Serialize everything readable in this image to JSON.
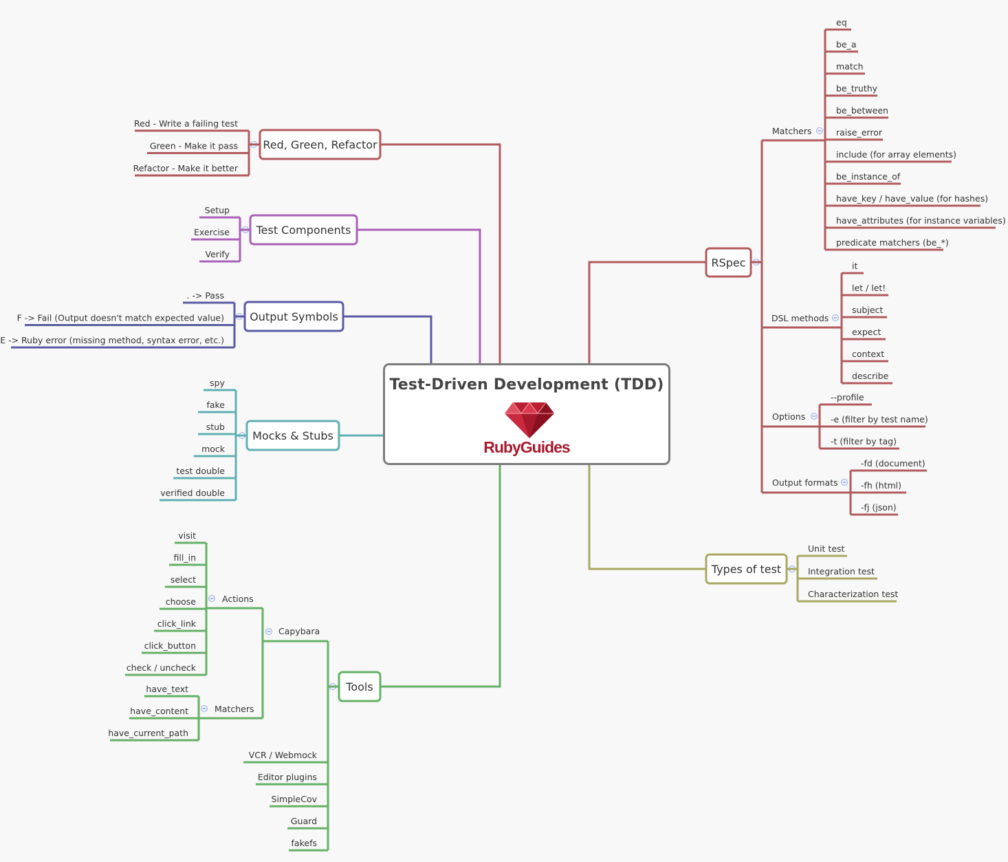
{
  "central": {
    "title": "Test-Driven Development (TDD)",
    "logo_text": "RubyGuides"
  },
  "colors": {
    "red": "#b25a5d",
    "purple": "#a960b8",
    "blue": "#5a5aa4",
    "teal": "#5fb0b2",
    "green": "#65b066",
    "olive": "#a9a962",
    "center_border": "#7b7b7b",
    "text": "#333333"
  },
  "branches": {
    "red_green_refactor": {
      "label": "Red, Green, Refactor",
      "items": [
        "Red - Write a failing test",
        "Green - Make it pass",
        "Refactor - Make it better"
      ]
    },
    "test_components": {
      "label": "Test Components",
      "items": [
        "Setup",
        "Exercise",
        "Verify"
      ]
    },
    "output_symbols": {
      "label": "Output Symbols",
      "items": [
        ". -> Pass",
        "F -> Fail (Output doesn't match expected value)",
        "E -> Ruby error (missing method, syntax error, etc.)"
      ]
    },
    "mocks_stubs": {
      "label": "Mocks & Stubs",
      "items": [
        "spy",
        "fake",
        "stub",
        "mock",
        "test double",
        "verified double"
      ]
    },
    "tools": {
      "label": "Tools",
      "capybara": {
        "label": "Capybara",
        "actions": {
          "label": "Actions",
          "items": [
            "visit",
            "fill_in",
            "select",
            "choose",
            "click_link",
            "click_button",
            "check / uncheck"
          ]
        },
        "matchers": {
          "label": "Matchers",
          "items": [
            "have_text",
            "have_content",
            "have_current_path"
          ]
        }
      },
      "items": [
        "VCR / Webmock",
        "Editor plugins",
        "SimpleCov",
        "Guard",
        "fakefs"
      ]
    },
    "rspec": {
      "label": "RSpec",
      "matchers": {
        "label": "Matchers",
        "items": [
          "eq",
          "be_a",
          "match",
          "be_truthy",
          "be_between",
          "raise_error",
          "include (for array elements)",
          "be_instance_of",
          "have_key / have_value (for hashes)",
          "have_attributes (for instance variables)",
          "predicate matchers (be_*)"
        ]
      },
      "dsl_methods": {
        "label": "DSL methods",
        "items": [
          "it",
          "let / let!",
          "subject",
          "expect",
          "context",
          "describe"
        ]
      },
      "options": {
        "label": "Options",
        "items": [
          "--profile",
          "-e (filter by test name)",
          "-t (filter by tag)"
        ]
      },
      "output_formats": {
        "label": "Output formats",
        "items": [
          "-fd (document)",
          "-fh (html)",
          "-fj (json)"
        ]
      }
    },
    "types_of_test": {
      "label": "Types of test",
      "items": [
        "Unit test",
        "Integration test",
        "Characterization test"
      ]
    }
  }
}
